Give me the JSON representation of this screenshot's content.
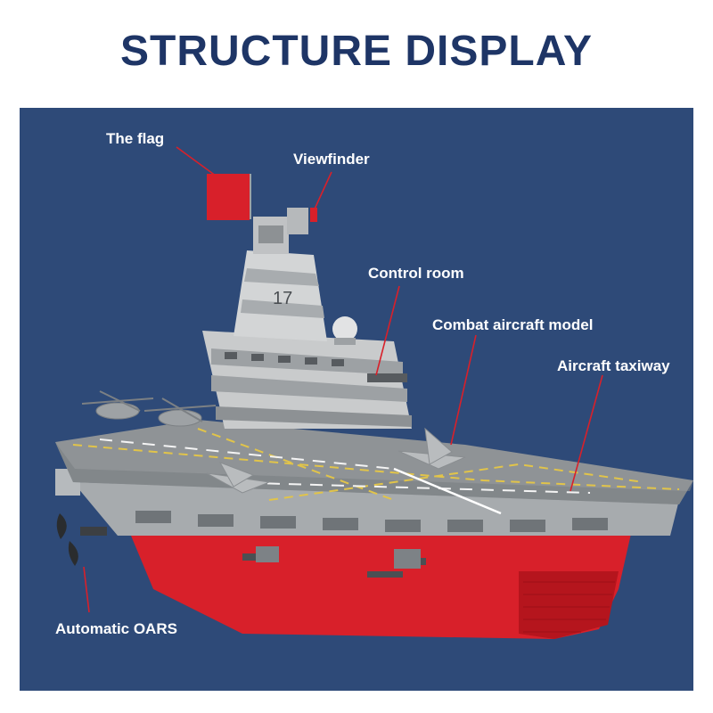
{
  "title": "STRUCTURE DISPLAY",
  "colors": {
    "title": "#1e3566",
    "panel_background": "#2e4a78",
    "label_text": "#ffffff",
    "leader_line": "#d8202a",
    "hull": "#d8202a",
    "deck": "#8f9396",
    "superstructure": "#c9cbcc"
  },
  "image": {
    "subject": "aircraft-carrier-brick-model"
  },
  "labels": [
    {
      "id": "flag",
      "text": "The flag"
    },
    {
      "id": "viewfinder",
      "text": "Viewfinder"
    },
    {
      "id": "control-room",
      "text": "Control room"
    },
    {
      "id": "combat-aircraft",
      "text": "Combat aircraft model"
    },
    {
      "id": "taxiway",
      "text": "Aircraft taxiway"
    },
    {
      "id": "oars",
      "text": "Automatic OARS"
    }
  ]
}
